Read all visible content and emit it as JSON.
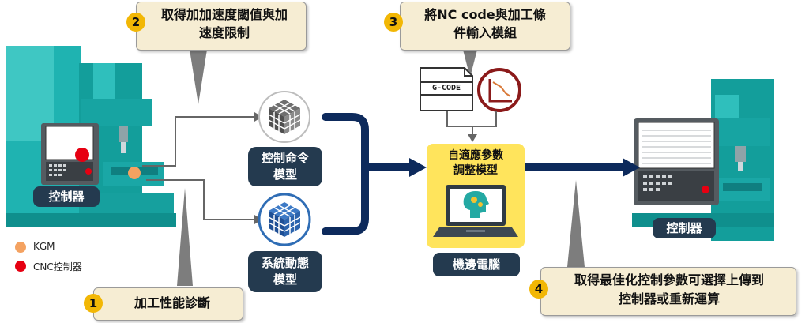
{
  "callouts": [
    {
      "number": "2",
      "text_line1": "取得加加速度閾值與加",
      "text_line2": "速度限制"
    },
    {
      "number": "3",
      "text_line1": "將NC code與加工條",
      "text_line2": "件輸入模組"
    },
    {
      "number": "1",
      "text": "加工性能診斷"
    },
    {
      "number": "4",
      "text_line1": "取得最佳化控制參數可選擇上傳到",
      "text_line2": "控制器或重新運算"
    }
  ],
  "models": {
    "control_command": {
      "line1": "控制命令",
      "line2": "模型"
    },
    "system_dynamic": {
      "line1": "系統動態",
      "line2": "模型"
    }
  },
  "adaptive": {
    "line1": "自適應參數",
    "line2": "調整模型"
  },
  "edge_computer_label": "機邊電腦",
  "gcode_label": "G-CODE",
  "left_machine_label": "控制器",
  "right_machine_label": "控制器",
  "legend": [
    {
      "label": "KGM",
      "color": "#f4a261"
    },
    {
      "label": "CNC控制器",
      "color": "#e60012"
    }
  ],
  "colors": {
    "teal": "#1aa7a6",
    "navy": "#0d2a5c",
    "callout_bg": "#f6edd3",
    "yellow": "#ffe45c"
  }
}
